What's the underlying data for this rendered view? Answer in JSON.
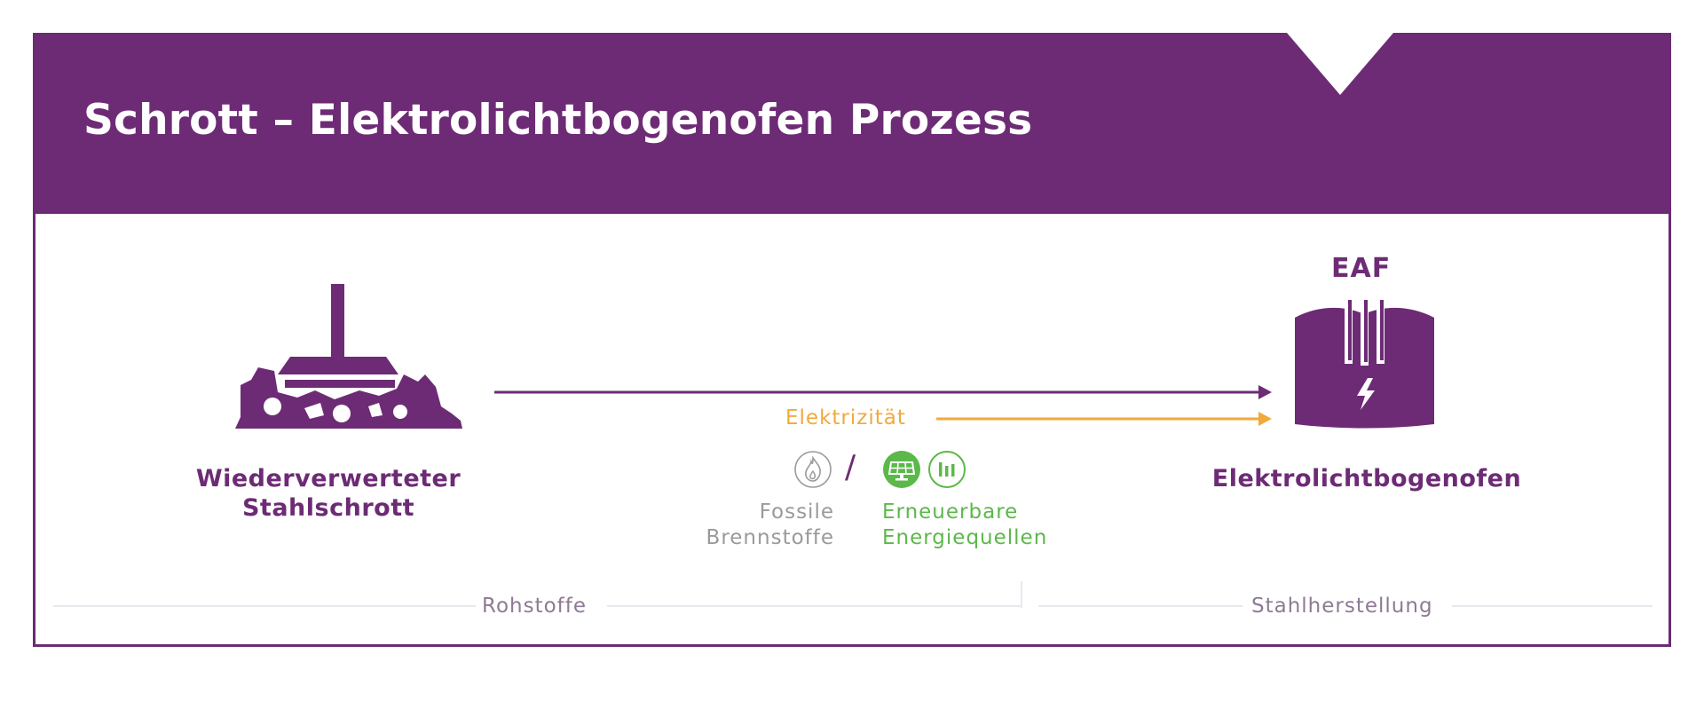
{
  "title": "Schrott – Elektrolichtbogenofen Prozess",
  "input": {
    "label_line1": "Wiederverwerteter",
    "label_line2": "Stahlschrott",
    "icon": "scrap-crane-icon"
  },
  "output": {
    "heading": "EAF",
    "label": "Elektrolichtbogenofen",
    "icon": "electric-arc-furnace-icon"
  },
  "energy": {
    "label": "Elektrizität",
    "separator": "/",
    "fossil": {
      "line1": "Fossile",
      "line2": "Brennstoffe",
      "icon": "flame-icon"
    },
    "renewable": {
      "line1": "Erneuerbare",
      "line2": "Energiequellen",
      "icons": [
        "solar-panel-icon",
        "wind-energy-icon"
      ]
    }
  },
  "stages": [
    "Rohstoffe",
    "Stahlherstellung"
  ],
  "colors": {
    "primary": "#6d2b75",
    "electricity": "#f2a93b",
    "renewable": "#5cb84a",
    "fossil": "#9a9a9a",
    "stage_text": "#8e7a93"
  }
}
